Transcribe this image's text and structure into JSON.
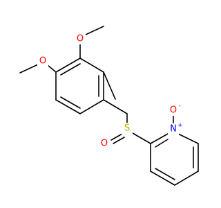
{
  "molecule": {
    "colors": {
      "bond": "#000000",
      "oxygen": "#ff0000",
      "nitrogen": "#0000ff",
      "sulfur": "#b2b200"
    },
    "labels": {
      "o_methoxy_top": "O",
      "o_methoxy_left": "O",
      "sulfur": "S",
      "o_sulfinyl": "O",
      "nitrogen": "N",
      "n_charge": "+",
      "o_n_oxide": "O",
      "o_n_oxide_charge": "-"
    }
  }
}
